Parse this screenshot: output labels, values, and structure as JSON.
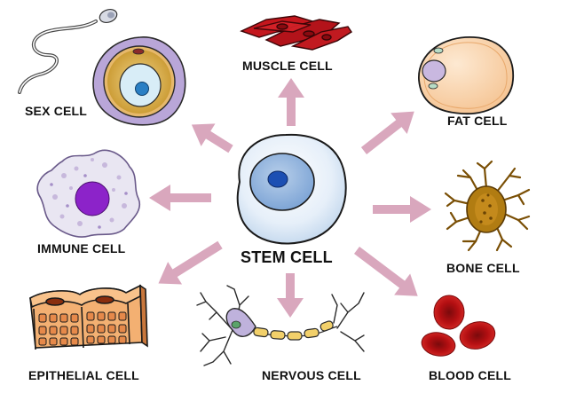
{
  "center_label": "STEM CELL",
  "cell_labels": {
    "muscle": "MUSCLE CELL",
    "sex": "SEX CELL",
    "fat": "FAT CELL",
    "immune": "IMMUNE CELL",
    "bone": "BONE CELL",
    "epithelial": "EPITHELIAL CELL",
    "nervous": "NERVOUS CELL",
    "blood": "BLOOD CELL"
  },
  "colors": {
    "arrow": "#d9a7bd",
    "stem_membrane": "#c5d9ef",
    "stem_nucleus": "#8fb2dc",
    "muscle": "#b8151c",
    "fat": "#fbd8b4",
    "immune_nucleus": "#8c23c9",
    "bone": "#a8740c",
    "blood": "#b40f12",
    "nerve_myelin": "#f2d06a",
    "nerve_body": "#bfb2dc",
    "egg_yolk": "#d9b35a",
    "egg_outer": "#b9a6d8"
  }
}
